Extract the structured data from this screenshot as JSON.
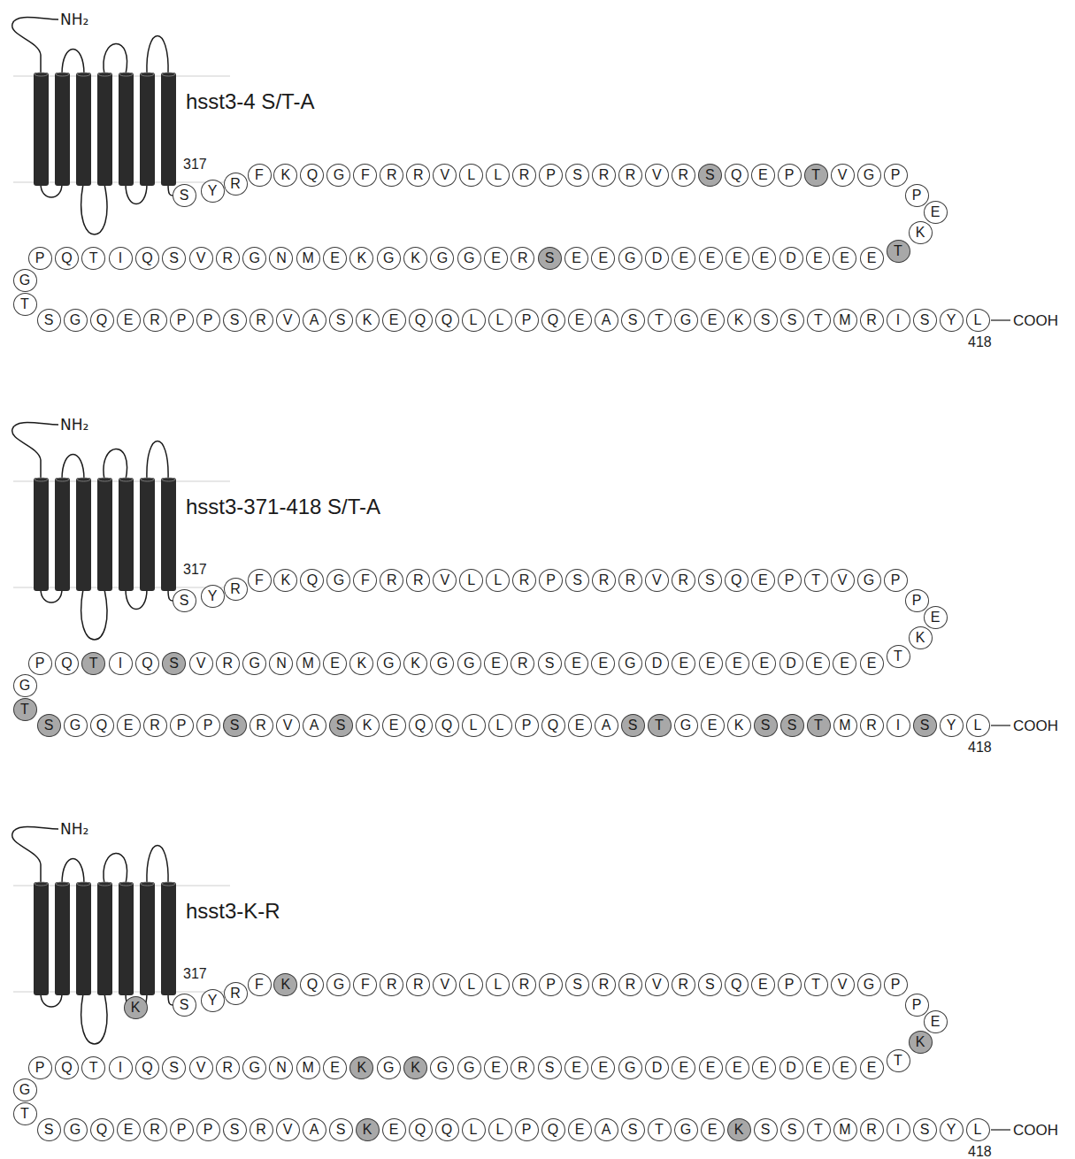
{
  "diagram": {
    "nodes": [
      {
        "text": [
          "S"
        ]
      },
      {
        "text": [
          "Y"
        ]
      },
      {
        "text": [
          "R"
        ]
      },
      {
        "text": [
          "F"
        ]
      },
      {
        "text": [
          "K"
        ]
      },
      {
        "text": [
          "Q"
        ]
      },
      {
        "text": [
          "G"
        ]
      },
      {
        "text": [
          "F"
        ]
      },
      {
        "text": [
          "R"
        ]
      },
      {
        "text": [
          "R"
        ]
      },
      {
        "text": [
          "V"
        ]
      },
      {
        "text": [
          "L"
        ]
      },
      {
        "text": [
          "L"
        ]
      },
      {
        "text": [
          "R"
        ]
      },
      {
        "text": [
          "P"
        ]
      },
      {
        "text": [
          "S"
        ]
      },
      {
        "text": [
          "R"
        ]
      },
      {
        "text": [
          "R"
        ]
      },
      {
        "text": [
          "V"
        ]
      },
      {
        "text": [
          "R"
        ]
      },
      {
        "text": [
          "S"
        ]
      },
      {
        "text": [
          "Q"
        ]
      },
      {
        "text": [
          "E"
        ]
      },
      {
        "text": [
          "P"
        ]
      },
      {
        "text": [
          "T"
        ]
      },
      {
        "text": [
          "V"
        ]
      },
      {
        "text": [
          "G"
        ]
      },
      {
        "text": [
          "P"
        ]
      },
      {
        "text": [
          "P"
        ]
      },
      {
        "text": [
          "E"
        ]
      },
      {
        "text": [
          "K"
        ]
      },
      {
        "text": [
          "T"
        ]
      },
      {
        "text": [
          "E"
        ]
      },
      {
        "text": [
          "E"
        ]
      },
      {
        "text": [
          "E"
        ]
      },
      {
        "text": [
          "D"
        ]
      },
      {
        "text": [
          "E"
        ]
      },
      {
        "text": [
          "E"
        ]
      },
      {
        "text": [
          "E"
        ]
      },
      {
        "text": [
          "E"
        ]
      },
      {
        "text": [
          "D"
        ]
      },
      {
        "text": [
          "G"
        ]
      },
      {
        "text": [
          "E"
        ]
      },
      {
        "text": [
          "E"
        ]
      },
      {
        "text": [
          "S"
        ]
      },
      {
        "text": [
          "R"
        ]
      },
      {
        "text": [
          "E"
        ]
      },
      {
        "text": [
          "G"
        ]
      },
      {
        "text": [
          "G"
        ]
      },
      {
        "text": [
          "K"
        ]
      },
      {
        "text": [
          "G"
        ]
      },
      {
        "text": [
          "K"
        ]
      },
      {
        "text": [
          "E"
        ]
      },
      {
        "text": [
          "M"
        ]
      },
      {
        "text": [
          "N"
        ]
      },
      {
        "text": [
          "G"
        ]
      },
      {
        "text": [
          "R"
        ]
      },
      {
        "text": [
          "V"
        ]
      },
      {
        "text": [
          "S"
        ]
      },
      {
        "text": [
          "Q"
        ]
      },
      {
        "text": [
          "I"
        ]
      },
      {
        "text": [
          "T"
        ]
      },
      {
        "text": [
          "Q"
        ]
      },
      {
        "text": [
          "P"
        ]
      },
      {
        "text": [
          "G"
        ]
      },
      {
        "text": [
          "T"
        ]
      },
      {
        "text": [
          "S"
        ]
      },
      {
        "text": [
          "G"
        ]
      },
      {
        "text": [
          "Q"
        ]
      },
      {
        "text": [
          "E"
        ]
      },
      {
        "text": [
          "R"
        ]
      },
      {
        "text": [
          "P"
        ]
      },
      {
        "text": [
          "P"
        ]
      },
      {
        "text": [
          "S"
        ]
      },
      {
        "text": [
          "R"
        ]
      },
      {
        "text": [
          "V"
        ]
      },
      {
        "text": [
          "A"
        ]
      },
      {
        "text": [
          "S"
        ]
      },
      {
        "text": [
          "K"
        ]
      },
      {
        "text": [
          "E"
        ]
      },
      {
        "text": [
          "Q"
        ]
      },
      {
        "text": [
          "Q"
        ]
      },
      {
        "text": [
          "L"
        ]
      },
      {
        "text": [
          "L"
        ]
      },
      {
        "text": [
          "P"
        ]
      },
      {
        "text": [
          "Q"
        ]
      },
      {
        "text": [
          "E"
        ]
      },
      {
        "text": [
          "A"
        ]
      },
      {
        "text": [
          "S"
        ]
      },
      {
        "text": [
          "T"
        ]
      },
      {
        "text": [
          "G"
        ]
      },
      {
        "text": [
          "E"
        ]
      },
      {
        "text": [
          "K"
        ]
      },
      {
        "text": [
          "S"
        ]
      },
      {
        "text": [
          "S"
        ]
      },
      {
        "text": [
          "T"
        ]
      },
      {
        "text": [
          "M"
        ]
      },
      {
        "text": [
          "R"
        ]
      },
      {
        "text": [
          "I"
        ]
      },
      {
        "text": [
          "S"
        ]
      },
      {
        "text": [
          "Y"
        ]
      },
      {
        "text": [
          "L"
        ]
      },
      {
        "text": [
          "S"
        ]
      },
      {
        "text": [
          "Y"
        ]
      },
      {
        "text": [
          "R"
        ]
      },
      {
        "text": [
          "F"
        ]
      },
      {
        "text": [
          "K"
        ]
      },
      {
        "text": [
          "Q"
        ]
      },
      {
        "text": [
          "G"
        ]
      },
      {
        "text": [
          "F"
        ]
      },
      {
        "text": [
          "R"
        ]
      },
      {
        "text": [
          "R"
        ]
      },
      {
        "text": [
          "V"
        ]
      },
      {
        "text": [
          "L"
        ]
      },
      {
        "text": [
          "L"
        ]
      },
      {
        "text": [
          "R"
        ]
      },
      {
        "text": [
          "P"
        ]
      },
      {
        "text": [
          "S"
        ]
      },
      {
        "text": [
          "R"
        ]
      },
      {
        "text": [
          "R"
        ]
      },
      {
        "text": [
          "V"
        ]
      },
      {
        "text": [
          "R"
        ]
      },
      {
        "text": [
          "S"
        ]
      },
      {
        "text": [
          "Q"
        ]
      },
      {
        "text": [
          "E"
        ]
      },
      {
        "text": [
          "P"
        ]
      },
      {
        "text": [
          "T"
        ]
      },
      {
        "text": [
          "V"
        ]
      },
      {
        "text": [
          "G"
        ]
      },
      {
        "text": [
          "P"
        ]
      },
      {
        "text": [
          "P"
        ]
      },
      {
        "text": [
          "E"
        ]
      },
      {
        "text": [
          "K"
        ]
      },
      {
        "text": [
          "T"
        ]
      },
      {
        "text": [
          "E"
        ]
      },
      {
        "text": [
          "E"
        ]
      },
      {
        "text": [
          "E"
        ]
      },
      {
        "text": [
          "D"
        ]
      },
      {
        "text": [
          "E"
        ]
      },
      {
        "text": [
          "E"
        ]
      },
      {
        "text": [
          "E"
        ]
      },
      {
        "text": [
          "E"
        ]
      },
      {
        "text": [
          "D"
        ]
      },
      {
        "text": [
          "G"
        ]
      },
      {
        "text": [
          "E"
        ]
      },
      {
        "text": [
          "E"
        ]
      },
      {
        "text": [
          "S"
        ]
      },
      {
        "text": [
          "R"
        ]
      },
      {
        "text": [
          "E"
        ]
      },
      {
        "text": [
          "G"
        ]
      },
      {
        "text": [
          "G"
        ]
      },
      {
        "text": [
          "K"
        ]
      },
      {
        "text": [
          "G"
        ]
      },
      {
        "text": [
          "K"
        ]
      },
      {
        "text": [
          "E"
        ]
      },
      {
        "text": [
          "M"
        ]
      },
      {
        "text": [
          "N"
        ]
      },
      {
        "text": [
          "G"
        ]
      },
      {
        "text": [
          "R"
        ]
      },
      {
        "text": [
          "V"
        ]
      },
      {
        "text": [
          "S"
        ]
      },
      {
        "text": [
          "Q"
        ]
      },
      {
        "text": [
          "I"
        ]
      },
      {
        "text": [
          "T"
        ]
      },
      {
        "text": [
          "Q"
        ]
      },
      {
        "text": [
          "P"
        ]
      },
      {
        "text": [
          "G"
        ]
      },
      {
        "text": [
          "T"
        ]
      },
      {
        "text": [
          "S"
        ]
      },
      {
        "text": [
          "G"
        ]
      },
      {
        "text": [
          "Q"
        ]
      },
      {
        "text": [
          "E"
        ]
      },
      {
        "text": [
          "R"
        ]
      },
      {
        "text": [
          "P"
        ]
      },
      {
        "text": [
          "P"
        ]
      },
      {
        "text": [
          "S"
        ]
      },
      {
        "text": [
          "R"
        ]
      },
      {
        "text": [
          "V"
        ]
      },
      {
        "text": [
          "A"
        ]
      },
      {
        "text": [
          "S"
        ]
      },
      {
        "text": [
          "K"
        ]
      },
      {
        "text": [
          "E"
        ]
      },
      {
        "text": [
          "Q"
        ]
      },
      {
        "text": [
          "Q"
        ]
      },
      {
        "text": [
          "L"
        ]
      },
      {
        "text": [
          "L"
        ]
      },
      {
        "text": [
          "P"
        ]
      },
      {
        "text": [
          "Q"
        ]
      },
      {
        "text": [
          "E"
        ]
      },
      {
        "text": [
          "A"
        ]
      },
      {
        "text": [
          "S"
        ]
      },
      {
        "text": [
          "T"
        ]
      },
      {
        "text": [
          "G"
        ]
      },
      {
        "text": [
          "E"
        ]
      },
      {
        "text": [
          "K"
        ]
      },
      {
        "text": [
          "S"
        ]
      },
      {
        "text": [
          "S"
        ]
      },
      {
        "text": [
          "T"
        ]
      },
      {
        "text": [
          "M"
        ]
      },
      {
        "text": [
          "R"
        ]
      },
      {
        "text": [
          "I"
        ]
      },
      {
        "text": [
          "S"
        ]
      },
      {
        "text": [
          "Y"
        ]
      },
      {
        "text": [
          "L"
        ]
      },
      {
        "text": [
          "K"
        ]
      },
      {
        "text": [
          "S"
        ]
      },
      {
        "text": [
          "Y"
        ]
      },
      {
        "text": [
          "R"
        ]
      },
      {
        "text": [
          "F"
        ]
      },
      {
        "text": [
          "K"
        ]
      },
      {
        "text": [
          "Q"
        ]
      },
      {
        "text": [
          "G"
        ]
      },
      {
        "text": [
          "F"
        ]
      },
      {
        "text": [
          "R"
        ]
      },
      {
        "text": [
          "R"
        ]
      },
      {
        "text": [
          "V"
        ]
      },
      {
        "text": [
          "L"
        ]
      },
      {
        "text": [
          "L"
        ]
      },
      {
        "text": [
          "R"
        ]
      },
      {
        "text": [
          "P"
        ]
      },
      {
        "text": [
          "S"
        ]
      },
      {
        "text": [
          "R"
        ]
      },
      {
        "text": [
          "R"
        ]
      },
      {
        "text": [
          "V"
        ]
      },
      {
        "text": [
          "R"
        ]
      },
      {
        "text": [
          "S"
        ]
      },
      {
        "text": [
          "Q"
        ]
      },
      {
        "text": [
          "E"
        ]
      },
      {
        "text": [
          "P"
        ]
      },
      {
        "text": [
          "T"
        ]
      },
      {
        "text": [
          "V"
        ]
      },
      {
        "text": [
          "G"
        ]
      },
      {
        "text": [
          "P"
        ]
      },
      {
        "text": [
          "P"
        ]
      },
      {
        "text": [
          "E"
        ]
      },
      {
        "text": [
          "K"
        ]
      },
      {
        "text": [
          "T"
        ]
      },
      {
        "text": [
          "E"
        ]
      },
      {
        "text": [
          "E"
        ]
      },
      {
        "text": [
          "E"
        ]
      },
      {
        "text": [
          "D"
        ]
      },
      {
        "text": [
          "E"
        ]
      },
      {
        "text": [
          "E"
        ]
      },
      {
        "text": [
          "E"
        ]
      },
      {
        "text": [
          "E"
        ]
      },
      {
        "text": [
          "D"
        ]
      },
      {
        "text": [
          "G"
        ]
      },
      {
        "text": [
          "E"
        ]
      },
      {
        "text": [
          "E"
        ]
      },
      {
        "text": [
          "S"
        ]
      },
      {
        "text": [
          "R"
        ]
      },
      {
        "text": [
          "E"
        ]
      },
      {
        "text": [
          "G"
        ]
      },
      {
        "text": [
          "G"
        ]
      },
      {
        "text": [
          "K"
        ]
      },
      {
        "text": [
          "G"
        ]
      },
      {
        "text": [
          "K"
        ]
      },
      {
        "text": [
          "E"
        ]
      },
      {
        "text": [
          "M"
        ]
      },
      {
        "text": [
          "N"
        ]
      },
      {
        "text": [
          "G"
        ]
      },
      {
        "text": [
          "R"
        ]
      },
      {
        "text": [
          "V"
        ]
      },
      {
        "text": [
          "S"
        ]
      },
      {
        "text": [
          "Q"
        ]
      },
      {
        "text": [
          "I"
        ]
      },
      {
        "text": [
          "T"
        ]
      },
      {
        "text": [
          "Q"
        ]
      },
      {
        "text": [
          "P"
        ]
      },
      {
        "text": [
          "G"
        ]
      },
      {
        "text": [
          "T"
        ]
      },
      {
        "text": [
          "S"
        ]
      },
      {
        "text": [
          "G"
        ]
      },
      {
        "text": [
          "Q"
        ]
      },
      {
        "text": [
          "E"
        ]
      },
      {
        "text": [
          "R"
        ]
      },
      {
        "text": [
          "P"
        ]
      },
      {
        "text": [
          "P"
        ]
      },
      {
        "text": [
          "S"
        ]
      },
      {
        "text": [
          "R"
        ]
      },
      {
        "text": [
          "V"
        ]
      },
      {
        "text": [
          "A"
        ]
      },
      {
        "text": [
          "S"
        ]
      },
      {
        "text": [
          "K"
        ]
      },
      {
        "text": [
          "E"
        ]
      },
      {
        "text": [
          "Q"
        ]
      },
      {
        "text": [
          "Q"
        ]
      },
      {
        "text": [
          "L"
        ]
      },
      {
        "text": [
          "L"
        ]
      },
      {
        "text": [
          "P"
        ]
      },
      {
        "text": [
          "Q"
        ]
      },
      {
        "text": [
          "E"
        ]
      },
      {
        "text": [
          "A"
        ]
      },
      {
        "text": [
          "S"
        ]
      },
      {
        "text": [
          "T"
        ]
      },
      {
        "text": [
          "G"
        ]
      },
      {
        "text": [
          "E"
        ]
      },
      {
        "text": [
          "K"
        ]
      },
      {
        "text": [
          "S"
        ]
      },
      {
        "text": [
          "S"
        ]
      },
      {
        "text": [
          "T"
        ]
      },
      {
        "text": [
          "M"
        ]
      },
      {
        "text": [
          "R"
        ]
      },
      {
        "text": [
          "I"
        ]
      },
      {
        "text": [
          "S"
        ]
      },
      {
        "text": [
          "Y"
        ]
      },
      {
        "text": [
          "L"
        ]
      }
    ],
    "labels": [
      "NH₂",
      "hsst3-4 S/T-A",
      "317",
      "COOH",
      "418",
      "NH₂",
      "hsst3-371-418 S/T-A",
      "317",
      "COOH",
      "418",
      "NH₂",
      "hsst3-K-R",
      "317",
      "COOH",
      "418"
    ]
  }
}
